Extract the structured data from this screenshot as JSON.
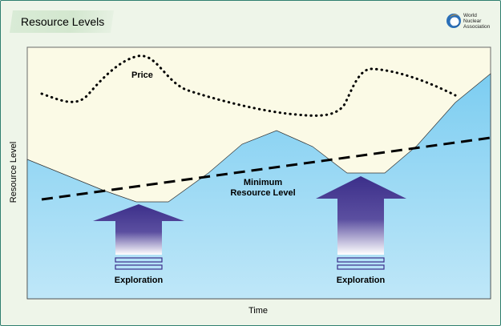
{
  "title": "Resource Levels",
  "logo": {
    "line1": "World",
    "line2": "Nuclear",
    "line3": "Association",
    "icon": "wna-logo-icon"
  },
  "axes": {
    "y_label": "Resource Level",
    "x_label": "Time"
  },
  "labels": {
    "price": "Price",
    "minimum_line1": "Minimum",
    "minimum_line2": "Resource Level",
    "exploration_left": "Exploration",
    "exploration_right": "Exploration"
  },
  "colors": {
    "frame_border": "#2f7f6f",
    "frame_bg": "#eef5e9",
    "plot_bg": "#fbfae6",
    "resource_top": "#7ccdf1",
    "resource_bottom": "#bde6f7",
    "arrow_dark": "#3c2f8a",
    "arrow_light": "#ffffff",
    "line": "#000000"
  }
}
